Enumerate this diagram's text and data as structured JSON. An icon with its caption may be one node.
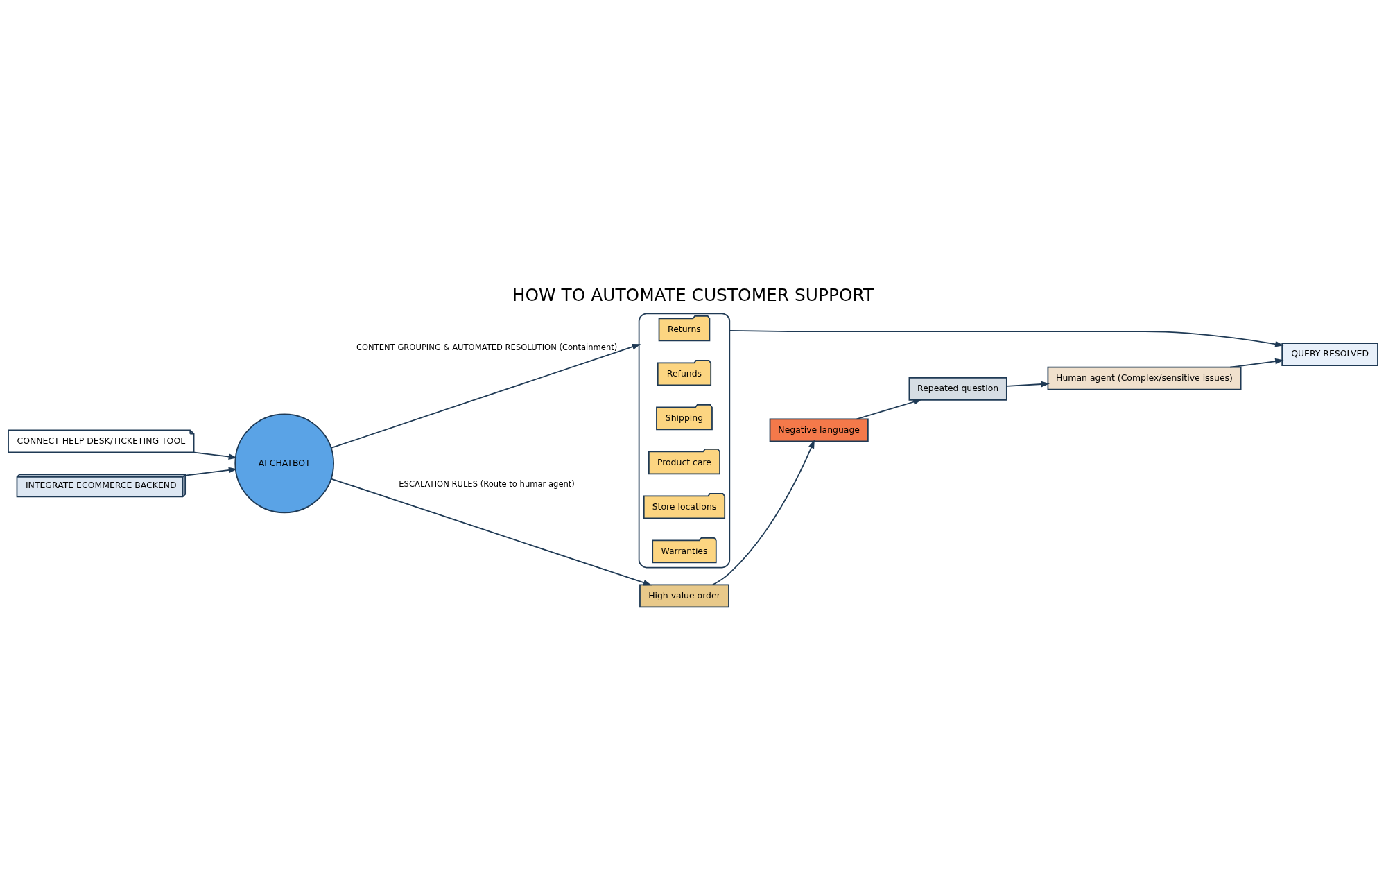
{
  "diagram": {
    "title": "HOW TO AUTOMATE CUSTOMER SUPPORT",
    "nodes": [
      {
        "text": [
          "CONNECT HELP DESK/TICKETING TOOL"
        ]
      },
      {
        "text": [
          "INTEGRATE ECOMMERCE BACKEND"
        ]
      },
      {
        "text": [
          "AI CHATBOT"
        ]
      },
      {
        "text": [],
        "shape": "box"
      },
      {
        "text": [
          "Returns"
        ],
        "in": 3
      },
      {
        "text": [
          "Refunds"
        ],
        "in": 3
      },
      {
        "text": [
          "Shipping"
        ],
        "in": 3
      },
      {
        "text": [
          "Product care"
        ],
        "in": 3
      },
      {
        "text": [
          "Store locations"
        ],
        "in": 3
      },
      {
        "text": [
          "Warranties"
        ],
        "in": 3
      },
      {
        "text": [
          "QUERY RESOLVED"
        ]
      },
      {
        "text": [
          "High value order"
        ]
      },
      {
        "text": [
          "Negative language"
        ]
      },
      {
        "text": [
          "Repeated question"
        ]
      },
      {
        "text": [
          "Human agent (Complex/sensitive issues)"
        ]
      }
    ],
    "edges": [
      {
        "from": 0,
        "to": 2,
        "arrow": "to"
      },
      {
        "from": 1,
        "to": 2,
        "arrow": "to"
      },
      {
        "from": 2,
        "to": 3,
        "arrow": "to",
        "label": "CONTENT GROUPING & AUTOMATED RESOLUTION (Containment)"
      },
      {
        "from": 3,
        "to": 10,
        "arrow": "to"
      },
      {
        "from": 2,
        "to": 11,
        "arrow": "to",
        "label": "ESCALATION RULES (Route to humar agent)"
      },
      {
        "from": 11,
        "to": 12,
        "arrow": "to"
      },
      {
        "from": 12,
        "to": 13,
        "arrow": "to"
      },
      {
        "from": 13,
        "to": 14,
        "arrow": "to"
      },
      {
        "from": 14,
        "to": 10,
        "arrow": "to"
      }
    ]
  }
}
